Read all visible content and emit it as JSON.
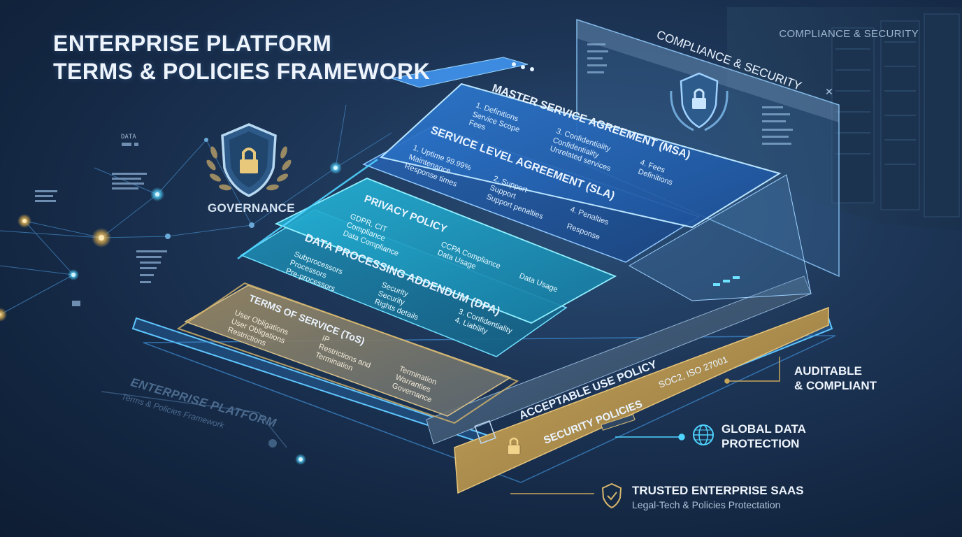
{
  "header": {
    "title_line1": "ENTERPRISE PLATFORM",
    "title_line2": "TERMS & POLICIES FRAMEWORK"
  },
  "top_right_label": "COMPLIANCE & SECURITY",
  "back_panel_title": "COMPLIANCE & SECURITY",
  "governance": {
    "label": "GOVERNANCE",
    "data_tag": "DATA"
  },
  "layers": {
    "msa": {
      "title": "MASTER SERVICE AGREEMENT (MSA)",
      "items": [
        "1. Definitions",
        "Service Scope",
        "Fees",
        "3. Confidentiality",
        "Confidentiality",
        "Unrelated services",
        "4. Fees",
        "Definitions"
      ]
    },
    "sla": {
      "title": "SERVICE LEVEL AGREEMENT (SLA)",
      "items": [
        "1. Uptime 99.99%",
        "Maintenance",
        "Response times",
        "2. Support",
        "Support",
        "Support penalties",
        "4. Penalties",
        "Response"
      ]
    },
    "privacy": {
      "title": "PRIVACY POLICY",
      "items": [
        "GDPR, CIT",
        "Compliance",
        "Data Compliance",
        "CCPA Compliance",
        "Data Usage",
        "Data Usage"
      ]
    },
    "dpa": {
      "title": "DATA PROCESSING ADDENDUM (DPA)",
      "items": [
        "Subprocessors",
        "Processors",
        "Pre-processors",
        "Security",
        "Security",
        "Rights details",
        "3. Confidentiality",
        "4. Liability"
      ]
    },
    "tos": {
      "title": "TERMS OF SERVICE (ToS)",
      "items": [
        "User Obligations",
        "User Obligations",
        "Restrictions",
        "IP",
        "Restrictions and",
        "Termination",
        "Termination",
        "Warranties",
        "Governance"
      ]
    },
    "aup": {
      "title": "ACCEPTABLE USE POLICY"
    },
    "security": {
      "title": "SECURITY POLICIES",
      "tag": "SOC2, ISO 27001"
    }
  },
  "benefits": [
    {
      "line1": "AUDITABLE",
      "line2": "& COMPLIANT",
      "icon": "none"
    },
    {
      "line1": "GLOBAL DATA",
      "line2": "PROTECTION",
      "icon": "globe-icon"
    },
    {
      "line1": "TRUSTED ENTERPRISE SAAS",
      "line2": "Legal-Tech & Policies Protectation",
      "icon": "shield-check-icon"
    }
  ],
  "ghost": {
    "title": "ENTERPRISE PLATFORM",
    "subtitle": "Terms & Policies Framework"
  },
  "colors": {
    "background": "#17304f",
    "accent_cyan": "#4fd3ff",
    "accent_blue": "#3a86d8",
    "gold": "#c9a65a",
    "teal": "#2aa6c9"
  }
}
